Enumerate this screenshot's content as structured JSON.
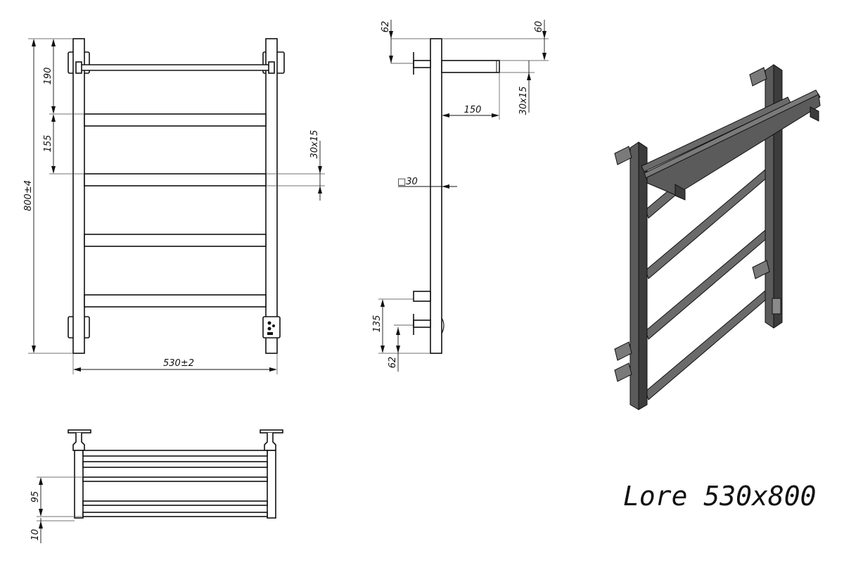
{
  "title": "Lore 530x800",
  "colors": {
    "line": "#111111",
    "iso_face": "#5b5b5b",
    "iso_dark": "#3c3c3c",
    "iso_light": "#8a8a8a"
  },
  "front_view": {
    "dim_190": "190",
    "dim_155": "155",
    "dim_800": "800±4",
    "dim_bar": "30x15",
    "dim_530": "530±2"
  },
  "side_view": {
    "dim_62_top": "62",
    "dim_60": "60",
    "dim_30x15": "30x15",
    "dim_150": "150",
    "dim_square": "□30",
    "dim_135": "135",
    "dim_62_bottom": "62"
  },
  "top_view": {
    "dim_95": "95",
    "dim_10": "10"
  },
  "icons": [
    "heating-element-control-icon"
  ]
}
